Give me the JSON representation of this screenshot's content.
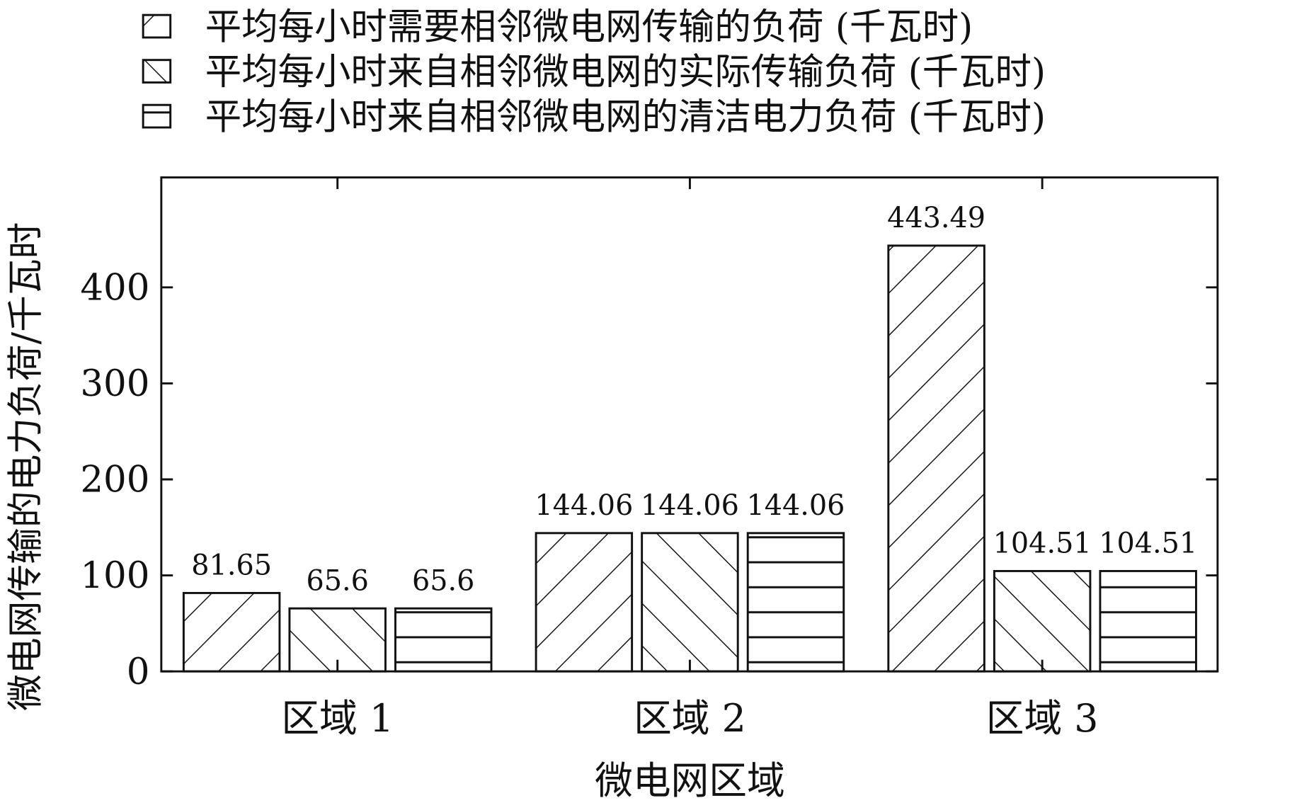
{
  "chart_data": {
    "type": "bar",
    "title": "",
    "xlabel": "微电网区域",
    "ylabel": "微电网传输的电力负荷/千瓦时",
    "categories": [
      "区域 1",
      "区域 2",
      "区域 3"
    ],
    "ylim": [
      0,
      515
    ],
    "yticks": [
      0,
      100,
      200,
      300,
      400
    ],
    "grid": false,
    "legend_position": "top",
    "series": [
      {
        "name": "平均每小时需要相邻微电网传输的负荷 (千瓦时)",
        "pattern": "backslash",
        "values": [
          81.65,
          144.06,
          443.49
        ],
        "labels": [
          "81.65",
          "144.06",
          "443.49"
        ]
      },
      {
        "name": "平均每小时来自相邻微电网的实际传输负荷 (千瓦时)",
        "pattern": "slash",
        "values": [
          65.6,
          144.06,
          104.51
        ],
        "labels": [
          "65.6",
          "144.06",
          "104.51"
        ]
      },
      {
        "name": "平均每小时来自相邻微电网的清洁电力负荷 (千瓦时)",
        "pattern": "horizontal",
        "values": [
          65.6,
          144.06,
          104.51
        ],
        "labels": [
          "65.6",
          "144.06",
          "104.51"
        ]
      }
    ]
  }
}
